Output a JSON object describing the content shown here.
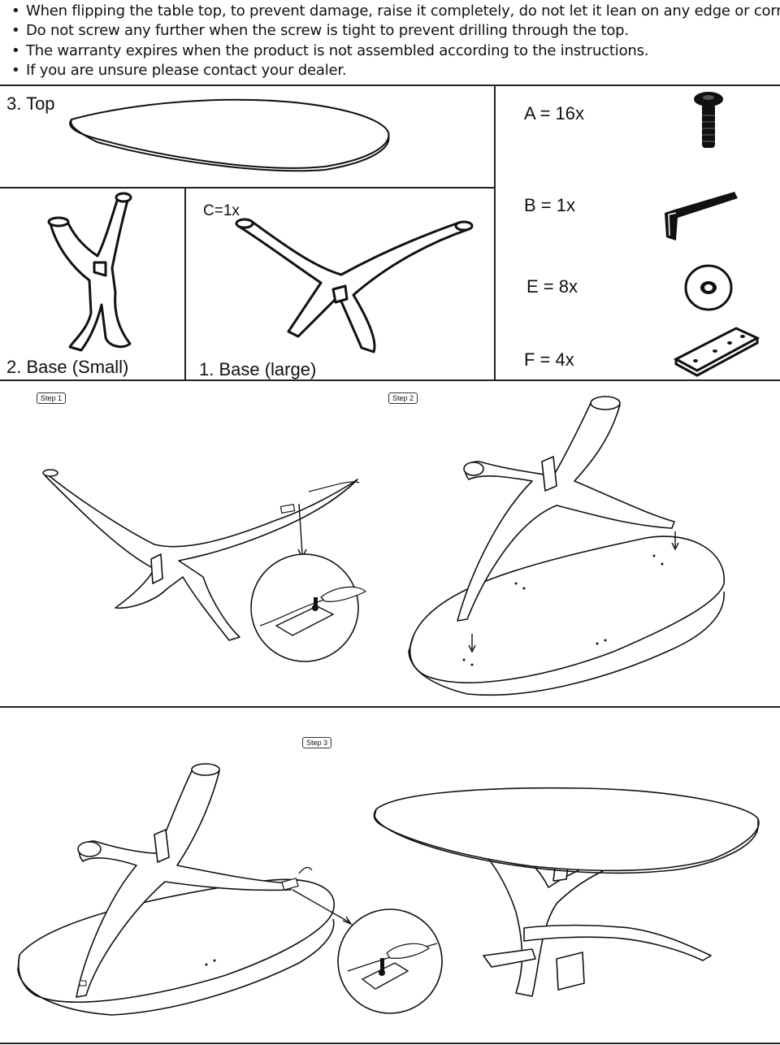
{
  "notes": [
    "When flipping the table top, to prevent damage, raise it completely, do not let it lean on any edge or corner.",
    "Do not screw any further when the screw is tight to prevent drilling through the top.",
    "The warranty expires when the product is not assembled according to the instructions.",
    "If you are unsure please contact your dealer."
  ],
  "parts": {
    "top": "3. Top",
    "base_small": "2. Base (Small)",
    "base_large": "1. Base (large)",
    "base_large_qty": "C=1x"
  },
  "hardware": [
    {
      "label": "A = 16x",
      "icon": "bolt-icon"
    },
    {
      "label": "B = 1x",
      "icon": "allen-key-icon"
    },
    {
      "label": "E = 8x",
      "icon": "washer-icon"
    },
    {
      "label": "F = 4x",
      "icon": "mounting-plate-icon"
    }
  ],
  "steps": {
    "step1": "Step 1",
    "step2": "Step 2",
    "step3": "Step 3"
  }
}
